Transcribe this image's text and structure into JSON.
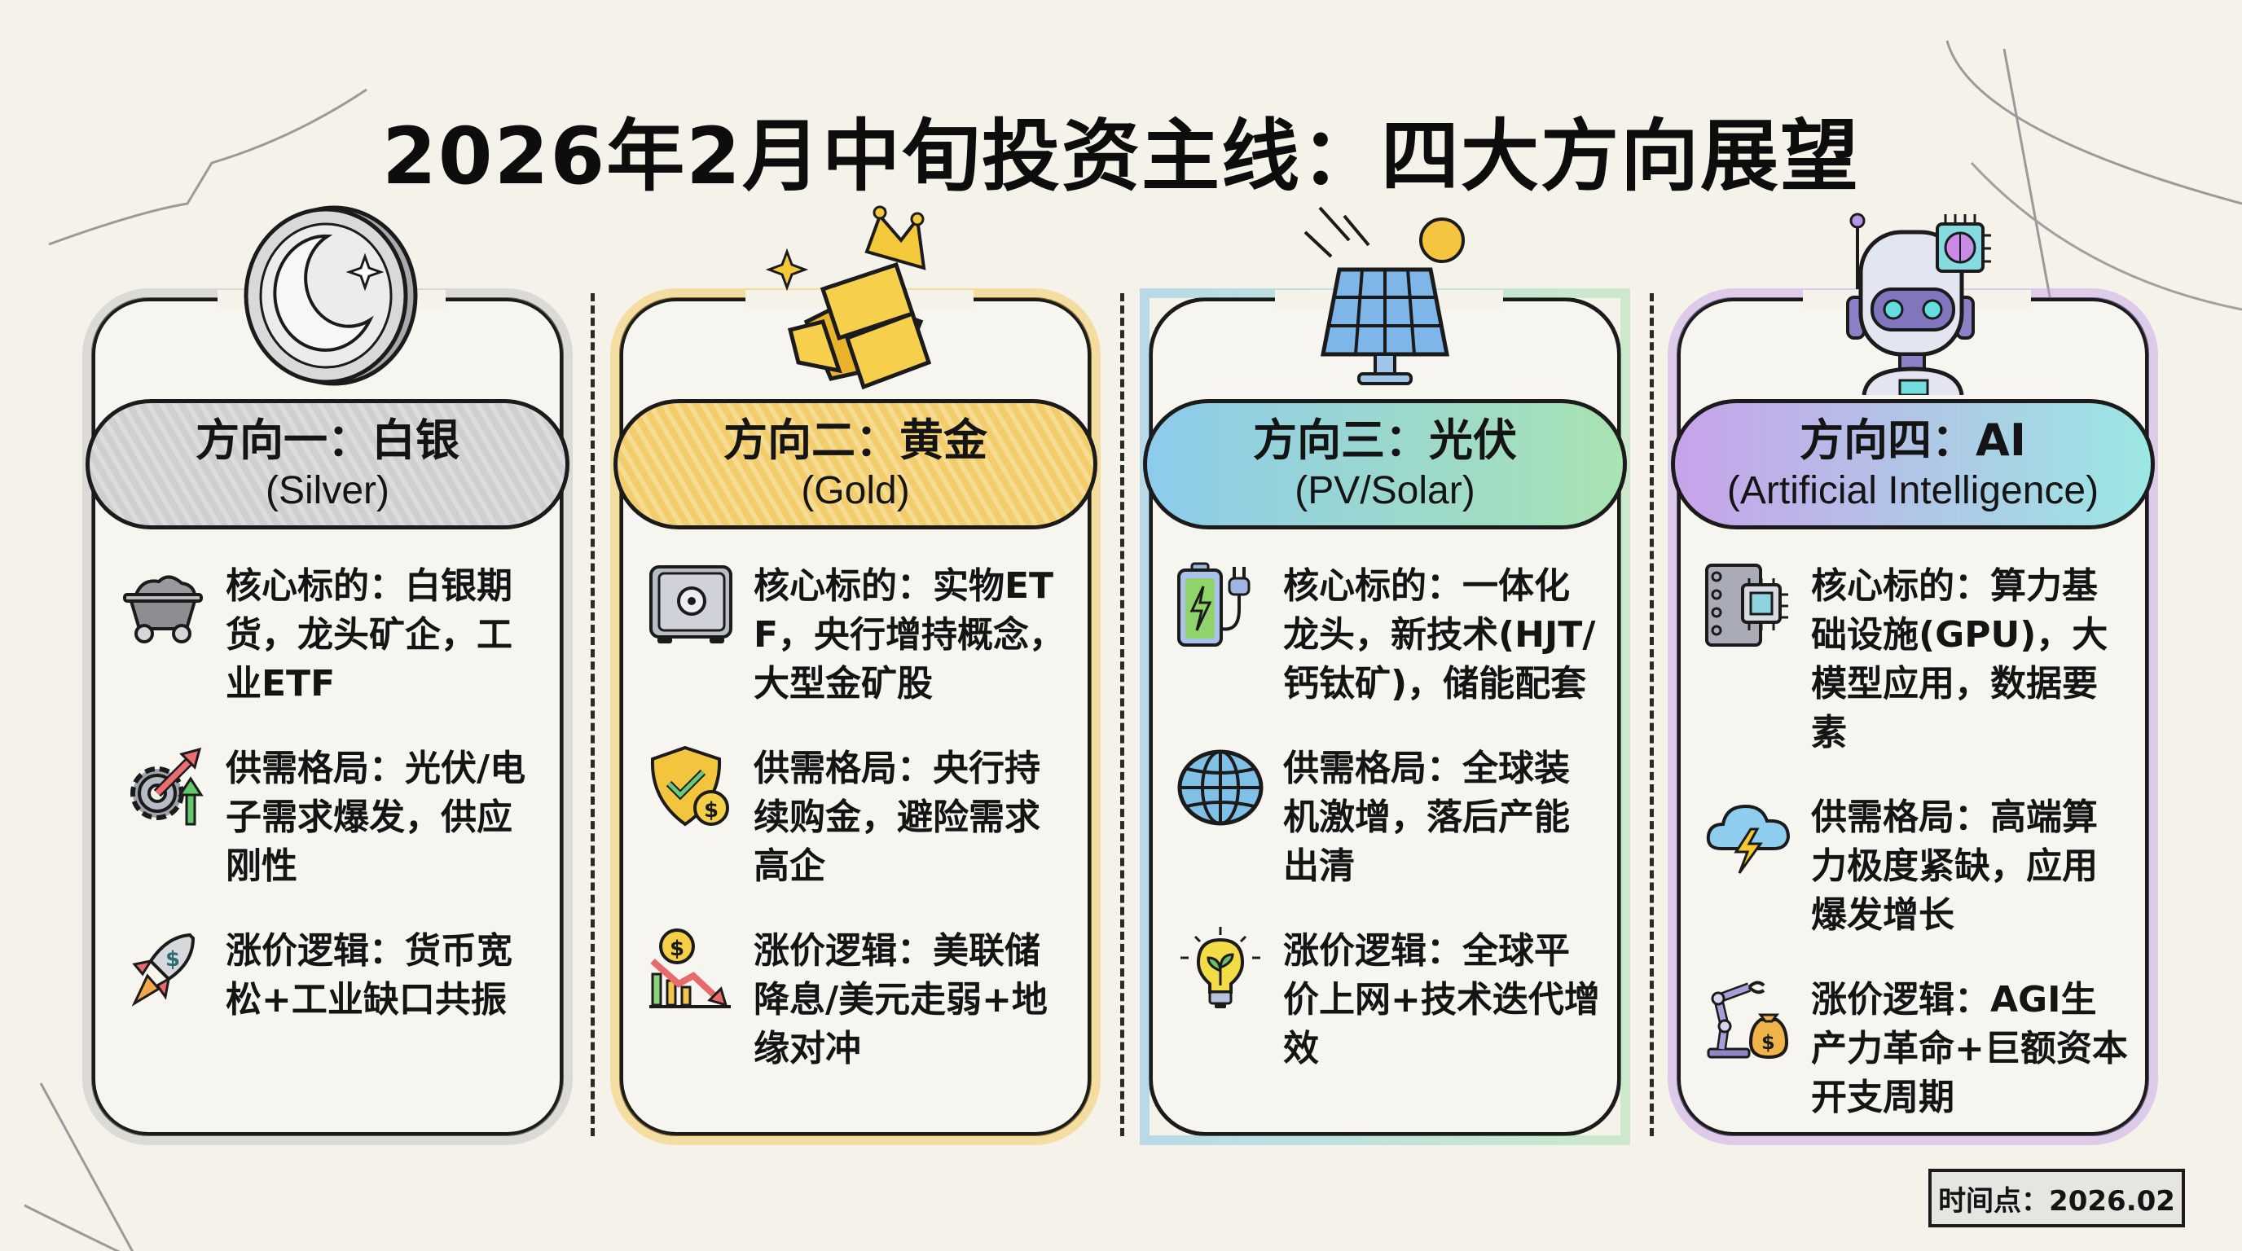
{
  "header": {
    "title": "2026年2月中旬投资主线：四大方向展望"
  },
  "colors": {
    "background": "#f5f2ea",
    "silver": "#c9c9cc",
    "gold": "#f2c44a",
    "solar_blue": "#6fbfe6",
    "solar_green": "#9be0a8",
    "ai_purple": "#c39be8",
    "ai_cyan": "#8ee6e0"
  },
  "directions": [
    {
      "hero_icon": "silver-coin-moon-icon",
      "title_cn": "方向一：白银",
      "title_en": "(Silver)",
      "items": [
        {
          "icon": "mine-cart-icon",
          "text": "核心标的：白银期货，龙头矿企，工业ETF"
        },
        {
          "icon": "gear-growth-arrow-icon",
          "text": "供需格局：光伏/电子需求爆发，供应刚性"
        },
        {
          "icon": "dollar-rocket-icon",
          "text": "涨价逻辑：货币宽松+工业缺口共振"
        }
      ]
    },
    {
      "hero_icon": "gold-bars-crown-icon",
      "title_cn": "方向二：黄金",
      "title_en": "(Gold)",
      "items": [
        {
          "icon": "safe-vault-icon",
          "text": "核心标的：实物ETF，央行增持概念，大型金矿股"
        },
        {
          "icon": "shield-check-coin-icon",
          "text": "供需格局：央行持续购金，避险需求高企"
        },
        {
          "icon": "dollar-down-chart-icon",
          "text": "涨价逻辑：美联储降息/美元走弱+地缘对冲"
        }
      ]
    },
    {
      "hero_icon": "solar-panel-sun-icon",
      "title_cn": "方向三：光伏",
      "title_en": "(PV/Solar)",
      "items": [
        {
          "icon": "battery-plug-icon",
          "text": "核心标的：一体化龙头，新技术(HJT/钙钛矿)，储能配套"
        },
        {
          "icon": "globe-icon",
          "text": "供需格局：全球装机激增，落后产能出清"
        },
        {
          "icon": "eco-lightbulb-icon",
          "text": "涨价逻辑：全球平价上网+技术迭代增效"
        }
      ]
    },
    {
      "hero_icon": "robot-brain-chip-icon",
      "title_cn": "方向四：AI",
      "title_en": "(Artificial Intelligence)",
      "items": [
        {
          "icon": "server-chip-icon",
          "text": "核心标的：算力基础设施(GPU)，大模型应用，数据要素"
        },
        {
          "icon": "cloud-lightning-icon",
          "text": "供需格局：高端算力极度紧缺，应用爆发增长"
        },
        {
          "icon": "robot-arm-money-bag-icon",
          "text": "涨价逻辑：AGI生产力革命+巨额资本开支周期"
        }
      ]
    }
  ],
  "footer": {
    "timestamp_label": "时间点：2026.02"
  }
}
